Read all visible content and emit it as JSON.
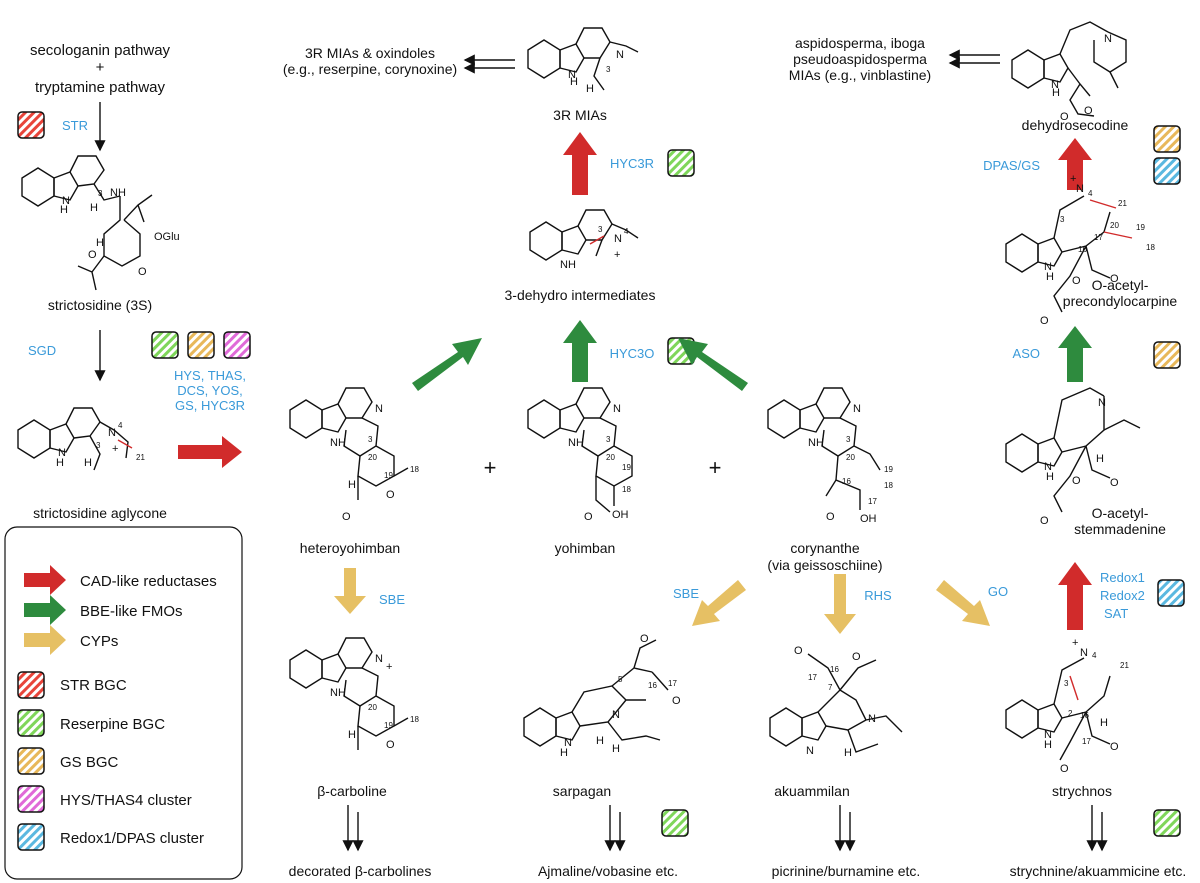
{
  "left": {
    "pathway_1": "secologanin pathway",
    "plus": "+",
    "pathway_2": "tryptamine pathway",
    "str_enzyme": "STR",
    "strictosidine": "strictosidine (3S)",
    "sgd_enzyme": "SGD",
    "aglycone": "strictosidine aglycone",
    "reductase_enzymes": [
      "HYS, THAS,",
      "DCS, YOS,",
      "GS, HYC3R"
    ]
  },
  "center_top": {
    "mia_products": [
      "3R MIAs & oxindoles",
      "(e.g., reserpine, corynoxine)"
    ],
    "mias_3r": "3R MIAs",
    "hyc3r": "HYC3R",
    "dehydro": "3-dehydro intermediates",
    "hyc3o": "HYC3O"
  },
  "right_top": {
    "products": [
      "aspidosperma, iboga",
      "pseudoaspidosperma",
      "MIAs (e.g., vinblastine)"
    ],
    "dehydrosecodine": "dehydrosecodine",
    "dpas_gs": "DPAS/GS",
    "o_acetyl_precondylocarpine": [
      "O-acetyl-",
      "precondylocarpine"
    ],
    "aso": "ASO",
    "o_acetyl_stemmadenine": [
      "O-acetyl-",
      "stemmadenine"
    ],
    "redox_enzymes": [
      "Redox1",
      "Redox2",
      "SAT"
    ]
  },
  "middle": {
    "heteroyohimban": "heteroyohimban",
    "yohimban": "yohimban",
    "corynanthe": [
      "corynanthe",
      "(via geissoschiine)"
    ],
    "plus": "+"
  },
  "bottom": {
    "sbe_1": "SBE",
    "sbe_2": "SBE",
    "rhs": "RHS",
    "go": "GO",
    "beta_carboline": "β-carboline",
    "sarpagan": "sarpagan",
    "akuammilan": "akuammilan",
    "strychnos": "strychnos",
    "decorated": "decorated β-carbolines",
    "ajmaline": "Ajmaline/vobasine etc.",
    "picrinine": "picrinine/burnamine etc.",
    "strychnine": "strychnine/akuammicine etc."
  },
  "atoms": {
    "N": "N",
    "H": "H",
    "NH": "NH",
    "OGlu": "OGlu",
    "OH": "OH",
    "O": "O",
    "plus_sign": "+",
    "n3": "3",
    "n4": "4",
    "n5": "5",
    "n7": "7",
    "n16": "16",
    "n17": "17",
    "n18": "18",
    "n19": "19",
    "n20": "20",
    "n21": "21",
    "n2": "2"
  },
  "legend": {
    "items": [
      {
        "label": "CAD-like reductases",
        "color": "#d12b2b"
      },
      {
        "label": "BBE-like FMOs",
        "color": "#2e8b3e"
      },
      {
        "label": "CYPs",
        "color": "#e6c064"
      }
    ],
    "clusters": [
      {
        "label": "STR BGC",
        "color": "#e8443a"
      },
      {
        "label": "Reserpine BGC",
        "color": "#7fd65a"
      },
      {
        "label": "GS BGC",
        "color": "#e8b85a"
      },
      {
        "label": "HYS/THAS4 cluster",
        "color": "#e06ad8"
      },
      {
        "label": "Redox1/DPAS cluster",
        "color": "#5ab8e0"
      }
    ]
  },
  "colors": {
    "red_arrow": "#d12b2b",
    "green_arrow": "#2e8b3e",
    "yellow_arrow": "#e6c064",
    "enzyme_text": "#3a9ad9"
  }
}
